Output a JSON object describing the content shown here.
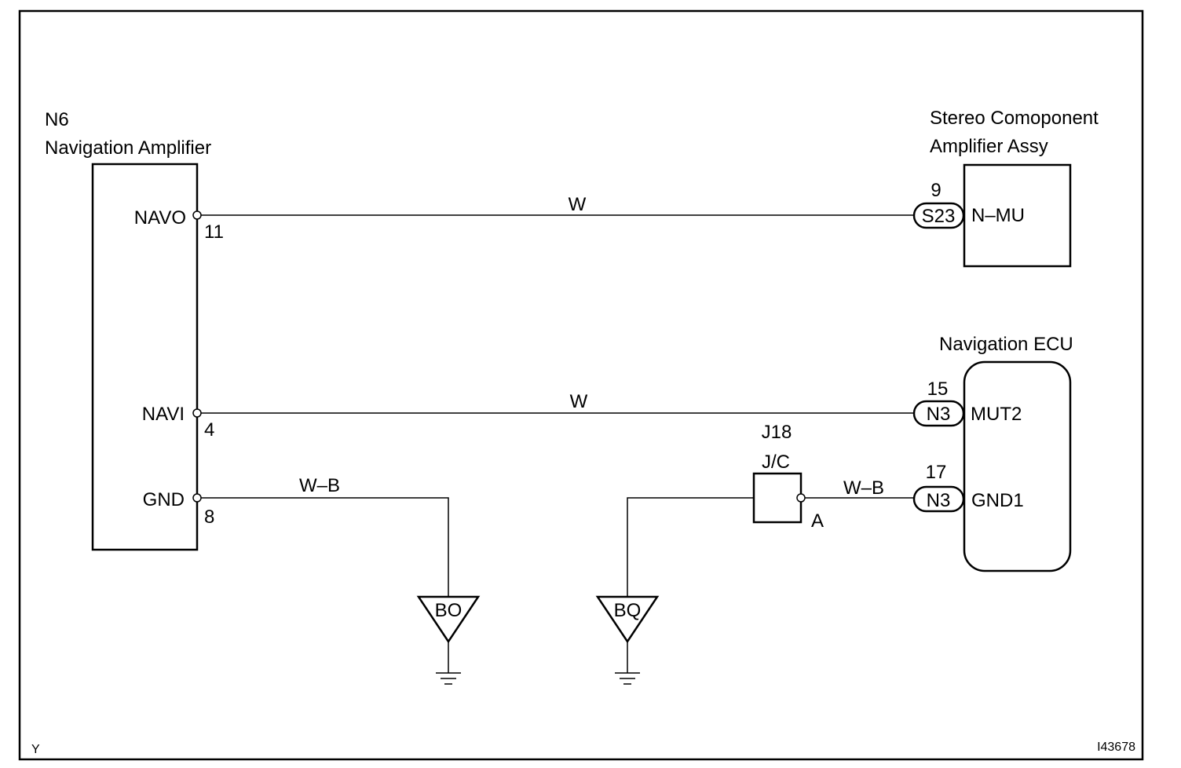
{
  "corner_code": "Y",
  "figure_id": "I43678",
  "components": {
    "nav_amp": {
      "connector": "N6",
      "name": "Navigation Amplifier"
    },
    "stereo_amp": {
      "name_line1": "Stereo Comoponent",
      "name_line2": "Amplifier Assy"
    },
    "nav_ecu": {
      "name": "Navigation ECU"
    },
    "junction": {
      "id": "J18",
      "type": "J/C",
      "terminal": "A"
    }
  },
  "pins": {
    "navo": {
      "label": "NAVO",
      "number": "11"
    },
    "navi": {
      "label": "NAVI",
      "number": "4"
    },
    "gnd": {
      "label": "GND",
      "number": "8"
    },
    "n_mu": {
      "label": "N–MU",
      "number": "9",
      "connector": "S23"
    },
    "mut2": {
      "label": "MUT2",
      "number": "15",
      "connector": "N3"
    },
    "gnd1": {
      "label": "GND1",
      "number": "17",
      "connector": "N3"
    }
  },
  "wires": {
    "navo_to_nmu": "W",
    "navi_to_mut2": "W",
    "gnd_to_bo": "W–B",
    "jc_to_gnd1": "W–B"
  },
  "grounds": {
    "bo": "BO",
    "bq": "BQ"
  }
}
